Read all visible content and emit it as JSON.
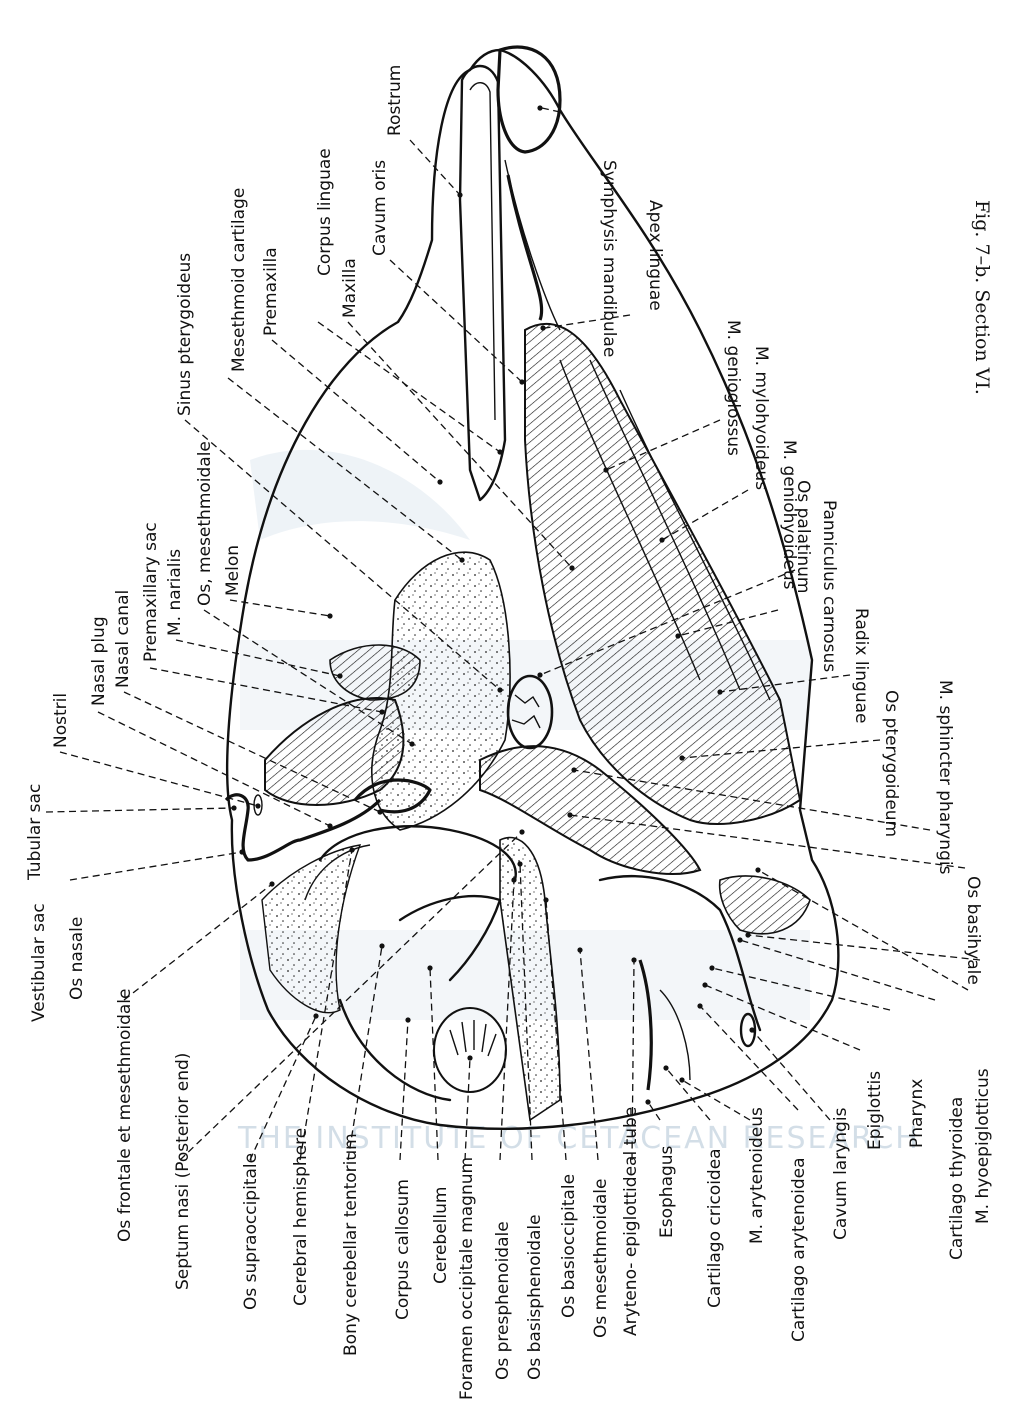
{
  "figure": {
    "caption": "Fig. 7–b.   Section VI.",
    "watermark": "THE INSTITUTE OF CETACEAN RESEARCH"
  },
  "labels": {
    "rostrum": "Rostrum",
    "symphysis": "Symphysis mandibulae",
    "cavum_oris": "Cavum oris",
    "apex_linguae": "Apex linguae",
    "corpus_linguae": "Corpus linguae",
    "maxilla": "Maxilla",
    "mesethmoid_cartilage": "Mesethmoid cartilage",
    "premaxilla": "Premaxilla",
    "sinus_pterygoideus": "Sinus pterygoideus",
    "m_genioglossus": "M. genioglossus",
    "m_mylohyoideus": "M. mylohyoideus",
    "m_geniohyoideus": "M. geniohyoideus",
    "os_palatinum": "Os palatinum",
    "panniculus": "Panniculus carnosus",
    "radix_linguae": "Radix linguae",
    "os_pterygoideum": "Os pterygoideum",
    "m_sphincter": "M. sphincter pharyngis",
    "os_basihyale": "Os basihyale",
    "m_hyoepiglotticus": "M. hyoepiglotticus",
    "cartilago_thyroidea": "Cartilago thyroidea",
    "pharynx": "Pharynx",
    "epiglottis": "Epiglottis",
    "cavum_laryngis": "Cavum laryngis",
    "cartilago_arytenoidea": "Cartilago arytenoidea",
    "m_arytenoideus": "M. arytenoideus",
    "cartilago_cricoidea": "Cartilago cricoidea",
    "esophagus": "Esophagus",
    "aryteno_tube": "Aryteno- epiglottideal tube",
    "os_mesethmoidale_b": "Os mesethmoidale",
    "os_basioccipitale": "Os basioccipitale",
    "os_basisphenoidale": "Os basisphenoidale",
    "os_presphenoidale": "Os presphenoidale",
    "foramen_occipitale": "Foramen occipitale magnum",
    "cerebellum": "Cerebellum",
    "corpus_callosum": "Corpus callosum",
    "bony_tentorium": "Bony cerebellar tentorium",
    "cerebral_hemisphere": "Cerebral hemisphere",
    "os_supraoccipitale": "Os supraoccipitale",
    "septum_nasi": "Septum nasi (Posterior end)",
    "os_frontale": "Os frontale et mesethmoidale",
    "os_nasale": "Os nasale",
    "vestibular_sac": "Vestibular sac",
    "tubular_sac": "Tubular sac",
    "nostril": "Nostril",
    "nasal_plug": "Nasal plug",
    "nasal_canal": "Nasal canal",
    "premaxillary_sac": "Premaxillary sac",
    "m_narialis": "M. narialis",
    "os_mesethmoidale_a": "Os, mesethmoidale",
    "melon": "Melon"
  }
}
